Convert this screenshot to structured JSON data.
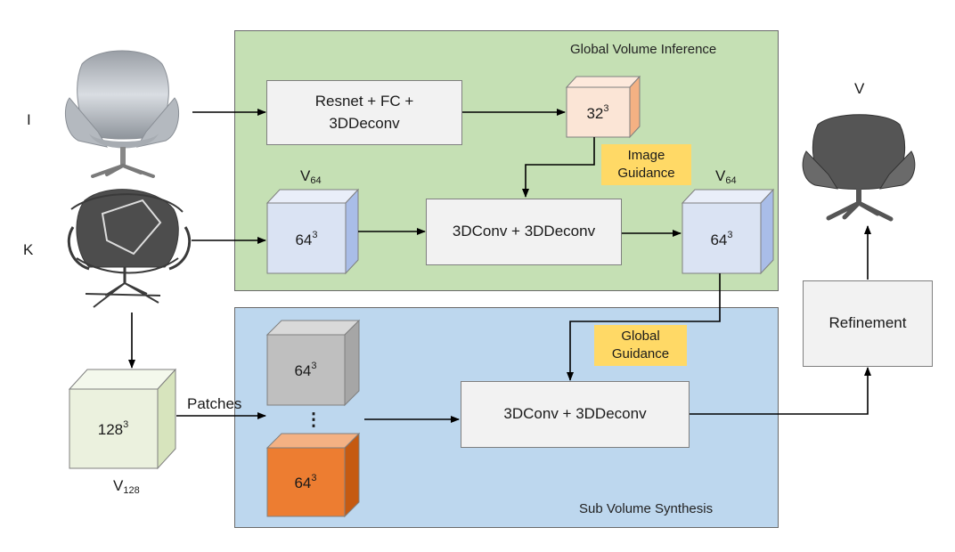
{
  "panels": {
    "global_title": "Global Volume Inference",
    "sub_title": "Sub Volume Synthesis"
  },
  "inputs": {
    "image_label": "I",
    "sketch_label": "K",
    "output_label": "V"
  },
  "boxes": {
    "resnet_line1": "Resnet + FC +",
    "resnet_line2": "3DDeconv",
    "conv_global": "3DConv + 3DDeconv",
    "conv_sub": "3DConv + 3DDeconv",
    "refinement": "Refinement"
  },
  "tags": {
    "image_guidance_line1": "Image",
    "image_guidance_line2": "Guidance",
    "global_guidance_line1": "Global",
    "global_guidance_line2": "Guidance"
  },
  "volume_labels": {
    "v64_in_base": "V",
    "v64_in_sub": "64",
    "v64_out_base": "V",
    "v64_out_sub": "64",
    "v128_base": "V",
    "v128_sub": "128",
    "patches": "Patches"
  },
  "cubes": {
    "c32_base": "32",
    "c32_exp": "3",
    "c64_in_base": "64",
    "c64_in_exp": "3",
    "c64_out_base": "64",
    "c64_out_exp": "3",
    "c128_base": "128",
    "c128_exp": "3",
    "patch_gray_base": "64",
    "patch_gray_exp": "3",
    "patch_orange_base": "64",
    "patch_orange_exp": "3",
    "ellipsis": "⋮"
  },
  "colors": {
    "panel_global": "#c5e0b4",
    "panel_sub": "#bdd7ee",
    "cube_32": "#fbe5d6",
    "cube_64": "#dae3f3",
    "cube_128": "#ebf1de",
    "cube_gray": "#bfbfbf",
    "cube_orange": "#ed7d31",
    "tag": "#ffd966"
  }
}
